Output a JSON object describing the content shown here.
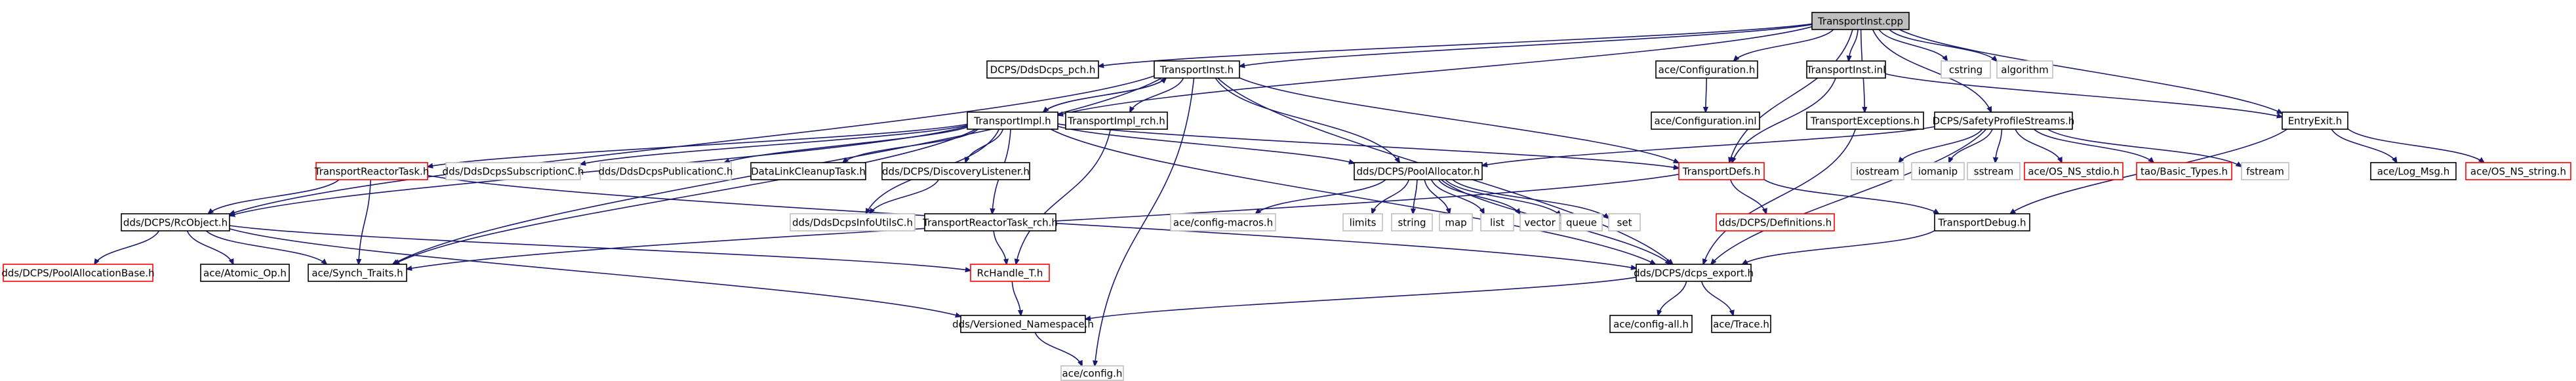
{
  "diagram": {
    "colors": {
      "edge": "#191970",
      "root_fill": "#bfbfbf",
      "normal_border": "#000000",
      "unresolved_border": "#bfbfbf",
      "truncated_border": "#ff0000",
      "text_normal": "#000000",
      "text_unresolved": "#000000",
      "text_truncated": "#000000"
    },
    "nodes": [
      {
        "id": "root",
        "label": "TransportInst.cpp",
        "style": "root"
      },
      {
        "id": "pch",
        "label": "DCPS/DdsDcps_pch.h",
        "style": "normal"
      },
      {
        "id": "tinst_h",
        "label": "TransportInst.h",
        "style": "normal"
      },
      {
        "id": "config_h",
        "label": "ace/Configuration.h",
        "style": "normal"
      },
      {
        "id": "tinst_inl",
        "label": "TransportInst.inl",
        "style": "normal"
      },
      {
        "id": "cstring",
        "label": "cstring",
        "style": "unresolved"
      },
      {
        "id": "algorithm",
        "label": "algorithm",
        "style": "unresolved"
      },
      {
        "id": "timpl_h",
        "label": "TransportImpl.h",
        "style": "normal"
      },
      {
        "id": "timpl_rch",
        "label": "TransportImpl_rch.h",
        "style": "normal"
      },
      {
        "id": "config_inl",
        "label": "ace/Configuration.inl",
        "style": "normal"
      },
      {
        "id": "texc",
        "label": "TransportExceptions.h",
        "style": "normal"
      },
      {
        "id": "safety",
        "label": "DCPS/SafetyProfileStreams.h",
        "style": "normal"
      },
      {
        "id": "entryexit",
        "label": "EntryExit.h",
        "style": "normal"
      },
      {
        "id": "treactor",
        "label": "TransportReactorTask.h",
        "style": "truncated"
      },
      {
        "id": "subC",
        "label": "dds/DdsDcpsSubscriptionC.h",
        "style": "unresolved"
      },
      {
        "id": "pubC",
        "label": "dds/DdsDcpsPublicationC.h",
        "style": "unresolved"
      },
      {
        "id": "dlcleanup",
        "label": "DataLinkCleanupTask.h",
        "style": "normal"
      },
      {
        "id": "disclistener",
        "label": "dds/DCPS/DiscoveryListener.h",
        "style": "normal"
      },
      {
        "id": "poolalloc",
        "label": "dds/DCPS/PoolAllocator.h",
        "style": "normal"
      },
      {
        "id": "tdefs",
        "label": "TransportDefs.h",
        "style": "truncated"
      },
      {
        "id": "iostream",
        "label": "iostream",
        "style": "unresolved"
      },
      {
        "id": "iomanip",
        "label": "iomanip",
        "style": "unresolved"
      },
      {
        "id": "sstream",
        "label": "sstream",
        "style": "unresolved"
      },
      {
        "id": "nsstdio",
        "label": "ace/OS_NS_stdio.h",
        "style": "truncated"
      },
      {
        "id": "basictypes",
        "label": "tao/Basic_Types.h",
        "style": "truncated"
      },
      {
        "id": "fstream",
        "label": "fstream",
        "style": "unresolved"
      },
      {
        "id": "logmsg",
        "label": "ace/Log_Msg.h",
        "style": "normal"
      },
      {
        "id": "nsstring",
        "label": "ace/OS_NS_string.h",
        "style": "truncated"
      },
      {
        "id": "rcobject",
        "label": "dds/DCPS/RcObject.h",
        "style": "normal"
      },
      {
        "id": "infoutils",
        "label": "dds/DdsDcpsInfoUtilsC.h",
        "style": "unresolved"
      },
      {
        "id": "treactor_rch",
        "label": "TransportReactorTask_rch.h",
        "style": "normal"
      },
      {
        "id": "cfgmacros",
        "label": "ace/config-macros.h",
        "style": "unresolved"
      },
      {
        "id": "limits",
        "label": "limits",
        "style": "unresolved"
      },
      {
        "id": "string",
        "label": "string",
        "style": "unresolved"
      },
      {
        "id": "map",
        "label": "map",
        "style": "unresolved"
      },
      {
        "id": "list",
        "label": "list",
        "style": "unresolved"
      },
      {
        "id": "vector",
        "label": "vector",
        "style": "unresolved"
      },
      {
        "id": "queue",
        "label": "queue",
        "style": "unresolved"
      },
      {
        "id": "set",
        "label": "set",
        "style": "unresolved"
      },
      {
        "id": "definitions",
        "label": "dds/DCPS/Definitions.h",
        "style": "truncated"
      },
      {
        "id": "tdebug",
        "label": "TransportDebug.h",
        "style": "normal"
      },
      {
        "id": "poolallocbase",
        "label": "dds/DCPS/PoolAllocationBase.h",
        "style": "truncated"
      },
      {
        "id": "atomicop",
        "label": "ace/Atomic_Op.h",
        "style": "normal"
      },
      {
        "id": "synchtraits",
        "label": "ace/Synch_Traits.h",
        "style": "normal"
      },
      {
        "id": "rchandle",
        "label": "RcHandle_T.h",
        "style": "truncated"
      },
      {
        "id": "dcpsexport",
        "label": "dds/DCPS/dcps_export.h",
        "style": "normal"
      },
      {
        "id": "cfgall",
        "label": "ace/config-all.h",
        "style": "normal"
      },
      {
        "id": "trace",
        "label": "ace/Trace.h",
        "style": "normal"
      },
      {
        "id": "versioned",
        "label": "dds/Versioned_Namespace.h",
        "style": "normal"
      },
      {
        "id": "aceconfig",
        "label": "ace/config.h",
        "style": "unresolved"
      }
    ],
    "edges": [
      [
        "root",
        "pch"
      ],
      [
        "root",
        "tinst_h"
      ],
      [
        "root",
        "config_h"
      ],
      [
        "root",
        "tinst_inl"
      ],
      [
        "root",
        "cstring"
      ],
      [
        "root",
        "algorithm"
      ],
      [
        "root",
        "timpl_h"
      ],
      [
        "root",
        "texc"
      ],
      [
        "root",
        "safety"
      ],
      [
        "root",
        "entryexit"
      ],
      [
        "root",
        "tdefs"
      ],
      [
        "tinst_h",
        "timpl_h"
      ],
      [
        "tinst_h",
        "timpl_rch"
      ],
      [
        "tinst_h",
        "rcobject"
      ],
      [
        "tinst_h",
        "synchtraits"
      ],
      [
        "tinst_h",
        "poolalloc"
      ],
      [
        "tinst_h",
        "tdefs"
      ],
      [
        "tinst_h",
        "dcpsexport"
      ],
      [
        "tinst_h",
        "aceconfig"
      ],
      [
        "config_h",
        "config_inl"
      ],
      [
        "tinst_inl",
        "entryexit"
      ],
      [
        "tinst_inl",
        "tdefs"
      ],
      [
        "timpl_h",
        "tinst_h"
      ],
      [
        "timpl_h",
        "treactor"
      ],
      [
        "timpl_h",
        "subC"
      ],
      [
        "timpl_h",
        "pubC"
      ],
      [
        "timpl_h",
        "dlcleanup"
      ],
      [
        "timpl_h",
        "disclistener"
      ],
      [
        "timpl_h",
        "poolalloc"
      ],
      [
        "timpl_h",
        "tdefs"
      ],
      [
        "timpl_h",
        "rcobject"
      ],
      [
        "timpl_h",
        "synchtraits"
      ],
      [
        "timpl_h",
        "infoutils"
      ],
      [
        "timpl_h",
        "treactor_rch"
      ],
      [
        "timpl_h",
        "dcpsexport"
      ],
      [
        "timpl_rch",
        "rchandle"
      ],
      [
        "texc",
        "dcpsexport"
      ],
      [
        "safety",
        "poolalloc"
      ],
      [
        "safety",
        "iostream"
      ],
      [
        "safety",
        "iomanip"
      ],
      [
        "safety",
        "sstream"
      ],
      [
        "safety",
        "nsstdio"
      ],
      [
        "safety",
        "basictypes"
      ],
      [
        "safety",
        "fstream"
      ],
      [
        "safety",
        "dcpsexport"
      ],
      [
        "entryexit",
        "logmsg"
      ],
      [
        "entryexit",
        "nsstring"
      ],
      [
        "entryexit",
        "tdebug"
      ],
      [
        "treactor",
        "rcobject"
      ],
      [
        "treactor",
        "synchtraits"
      ],
      [
        "treactor",
        "dcpsexport"
      ],
      [
        "disclistener",
        "infoutils"
      ],
      [
        "poolalloc",
        "cfgmacros"
      ],
      [
        "poolalloc",
        "limits"
      ],
      [
        "poolalloc",
        "string"
      ],
      [
        "poolalloc",
        "map"
      ],
      [
        "poolalloc",
        "list"
      ],
      [
        "poolalloc",
        "vector"
      ],
      [
        "poolalloc",
        "queue"
      ],
      [
        "poolalloc",
        "set"
      ],
      [
        "poolalloc",
        "dcpsexport"
      ],
      [
        "tdefs",
        "definitions"
      ],
      [
        "tdefs",
        "tdebug"
      ],
      [
        "tdefs",
        "synchtraits"
      ],
      [
        "tdebug",
        "dcpsexport"
      ],
      [
        "rcobject",
        "poolallocbase"
      ],
      [
        "rcobject",
        "atomicop"
      ],
      [
        "rcobject",
        "synchtraits"
      ],
      [
        "rcobject",
        "rchandle"
      ],
      [
        "rcobject",
        "versioned"
      ],
      [
        "treactor_rch",
        "rchandle"
      ],
      [
        "rchandle",
        "versioned"
      ],
      [
        "dcpsexport",
        "cfgall"
      ],
      [
        "dcpsexport",
        "trace"
      ],
      [
        "dcpsexport",
        "versioned"
      ],
      [
        "versioned",
        "aceconfig"
      ]
    ]
  }
}
